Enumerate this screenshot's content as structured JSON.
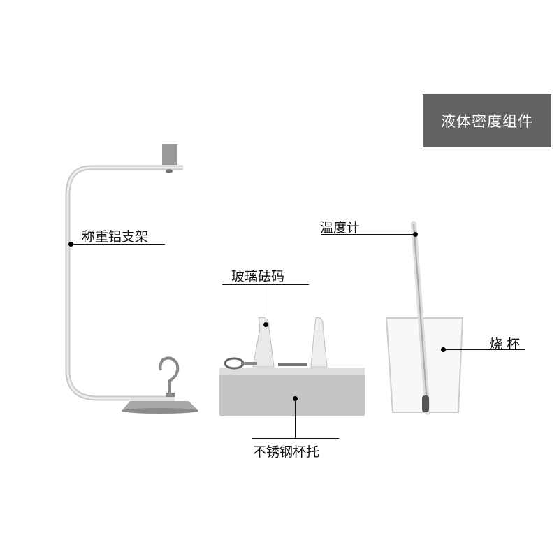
{
  "title": "液体密度组件",
  "labels": {
    "stand": "称重铝支架",
    "glass_weights": "玻璃砝码",
    "thermometer": "温度计",
    "beaker": "烧 杯",
    "cup_holder": "不锈钢杯托"
  },
  "colors": {
    "title_bg": "#626262",
    "title_text": "#ffffff",
    "line": "#111111"
  }
}
